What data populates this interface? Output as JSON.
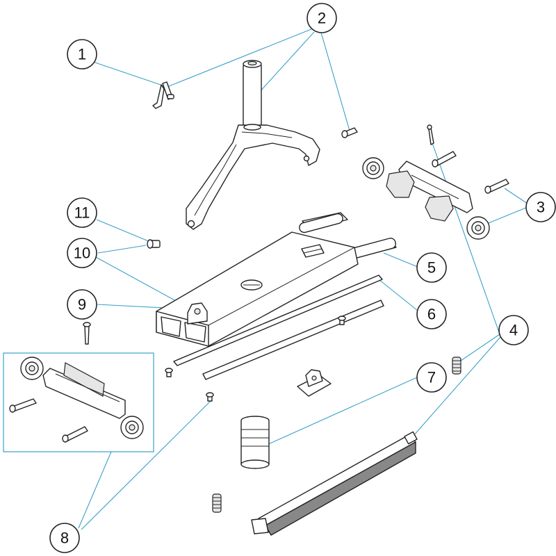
{
  "diagram": {
    "callouts": [
      {
        "id": "1",
        "label": "1"
      },
      {
        "id": "2",
        "label": "2"
      },
      {
        "id": "3",
        "label": "3"
      },
      {
        "id": "4",
        "label": "4"
      },
      {
        "id": "5",
        "label": "5"
      },
      {
        "id": "6",
        "label": "6"
      },
      {
        "id": "7",
        "label": "7"
      },
      {
        "id": "8",
        "label": "8"
      },
      {
        "id": "9",
        "label": "9"
      },
      {
        "id": "10",
        "label": "10"
      },
      {
        "id": "11",
        "label": "11"
      }
    ],
    "colors": {
      "leader": "#3aa0c8",
      "outline": "#222222",
      "background": "#ffffff"
    }
  }
}
